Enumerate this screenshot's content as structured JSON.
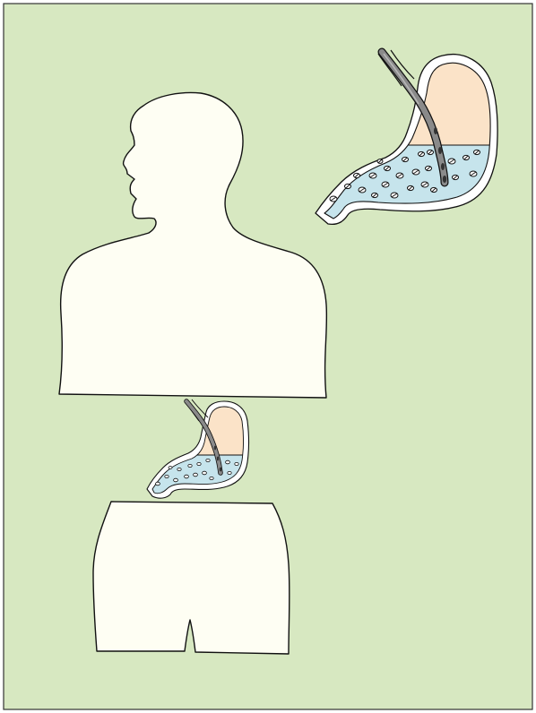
{
  "figure": {
    "description_text": "",
    "colors": {
      "background": "#d7e8c1",
      "frame": "#333333",
      "body_fill": "#fefef3",
      "outline": "#111111",
      "stomach_wall": "#ffffff",
      "stomach_air": "#fbe3c8",
      "stomach_fluid": "#c6e4ec",
      "tube": "#8a8a8a",
      "tube_dark": "#444444"
    },
    "elements": [
      "figure-background",
      "upper-body-silhouette",
      "lower-body-silhouette",
      "stomach-large",
      "stomach-small",
      "gastric-tube",
      "particles"
    ]
  }
}
